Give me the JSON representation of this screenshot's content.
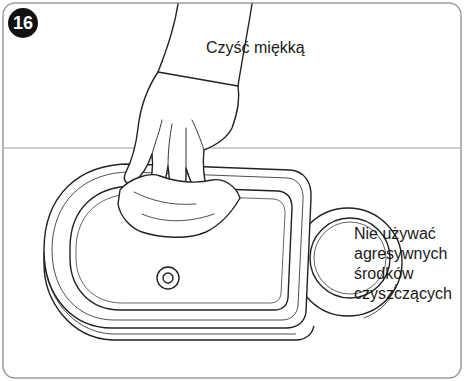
{
  "diagram": {
    "labels": [
      "16",
      "Czyść miękką",
      "Nie używać agresywnych środków czyszczących"
    ]
  }
}
